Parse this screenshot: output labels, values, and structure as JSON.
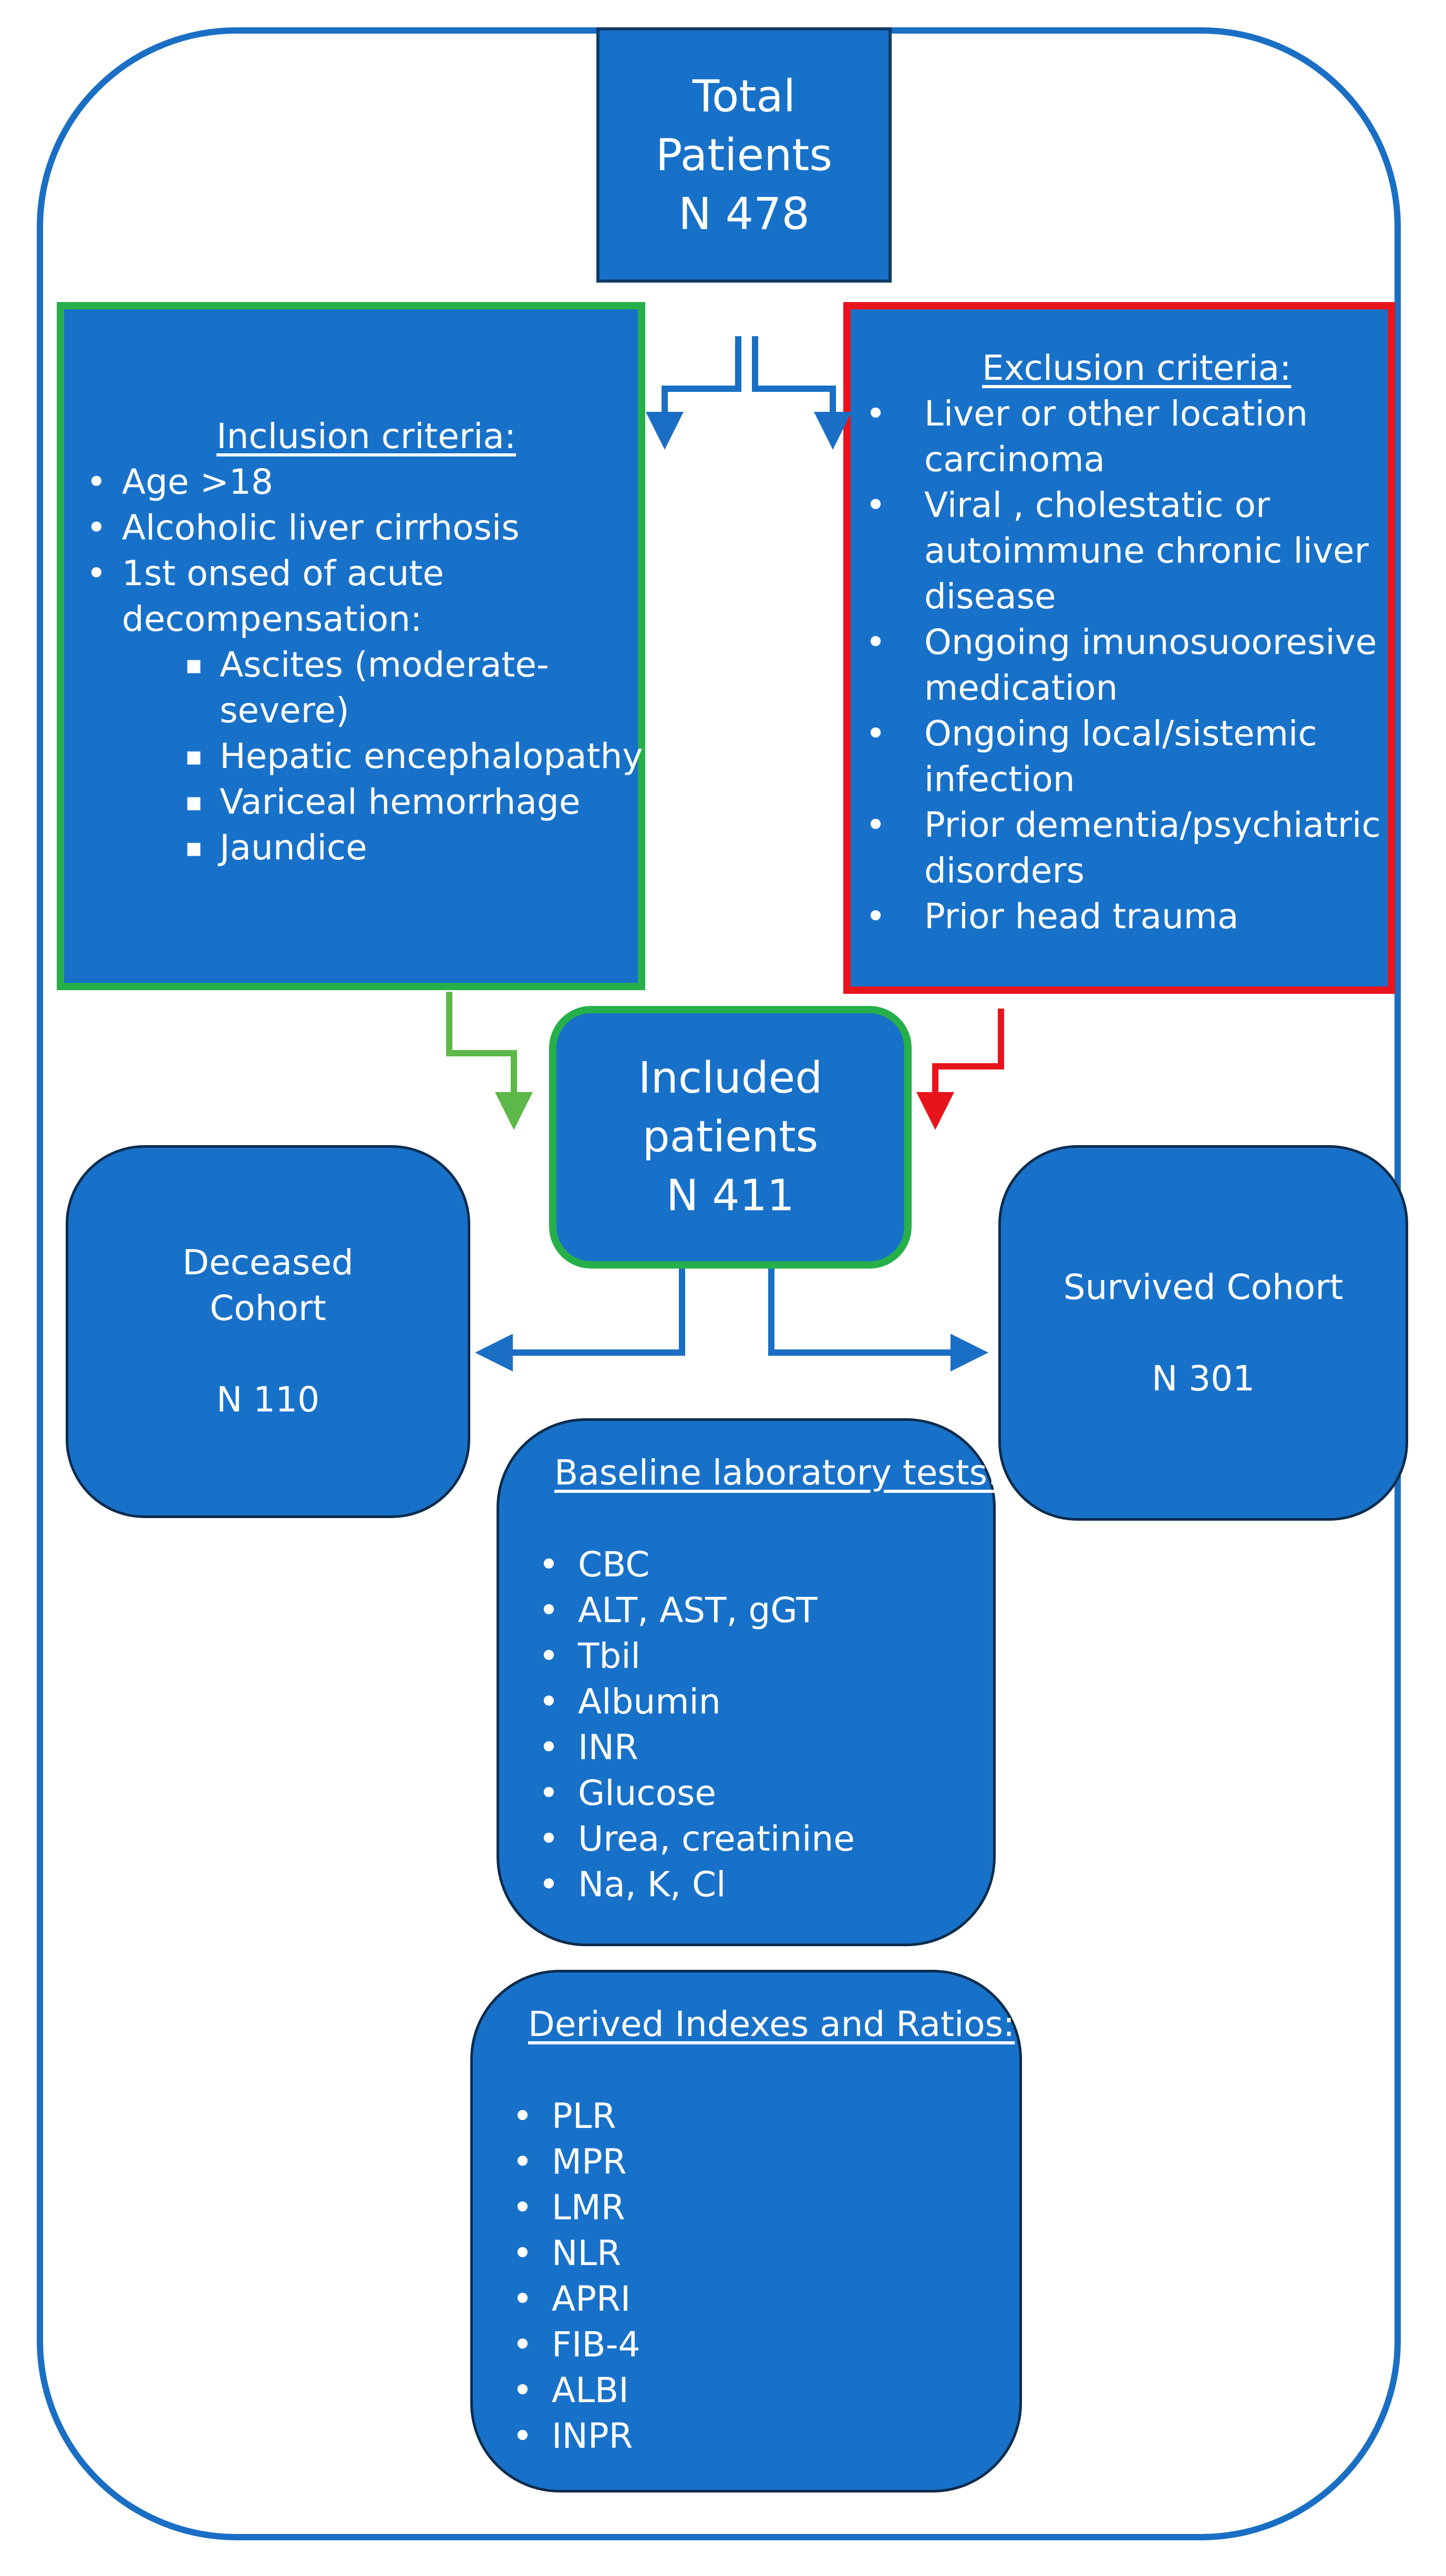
{
  "total": {
    "line1": "Total",
    "line2": "Patients",
    "line3": "N 478"
  },
  "inclusion": {
    "heading": "Inclusion criteria:",
    "items": [
      "Age >18",
      "Alcoholic liver cirrhosis",
      "1st onsed of acute",
      "decompensation:"
    ],
    "subitems": [
      "Ascites (moderate-",
      "severe)",
      "Hepatic encephalopathy",
      "Variceal hemorrhage",
      "Jaundice"
    ]
  },
  "exclusion": {
    "heading": "Exclusion criteria:",
    "lines": [
      "Liver or other location",
      "carcinoma",
      "Viral , cholestatic or",
      "autoimmune chronic liver",
      "disease",
      "Ongoing imunosuooresive",
      "medication",
      "Ongoing local/sistemic",
      "infection",
      "Prior dementia/psychiatric",
      "disorders",
      "Prior head trauma"
    ]
  },
  "included": {
    "line1": "Included",
    "line2": "patients",
    "line3": "N 411"
  },
  "deceased": {
    "line1": "Deceased",
    "line2": "Cohort",
    "line3": "N 110"
  },
  "survived": {
    "line1": "Survived Cohort",
    "line2": "N 301"
  },
  "baseline": {
    "heading": "Baseline laboratory tests:",
    "items": [
      "CBC",
      "ALT, AST, gGT",
      "Tbil",
      "Albumin",
      "INR",
      "Glucose",
      "Urea, creatinine",
      "Na, K, Cl"
    ]
  },
  "derived": {
    "heading": "Derived Indexes and Ratios:",
    "items": [
      "PLR",
      "MPR",
      "LMR",
      "NLR",
      "APRI",
      "FIB-4",
      "ALBI",
      "INPR"
    ]
  },
  "colors": {
    "box": "#1871c9",
    "frame": "#1a6fc4",
    "inclusion_border": "#26b04a",
    "exclusion_border": "#e8141c",
    "text": "#ffffff"
  }
}
